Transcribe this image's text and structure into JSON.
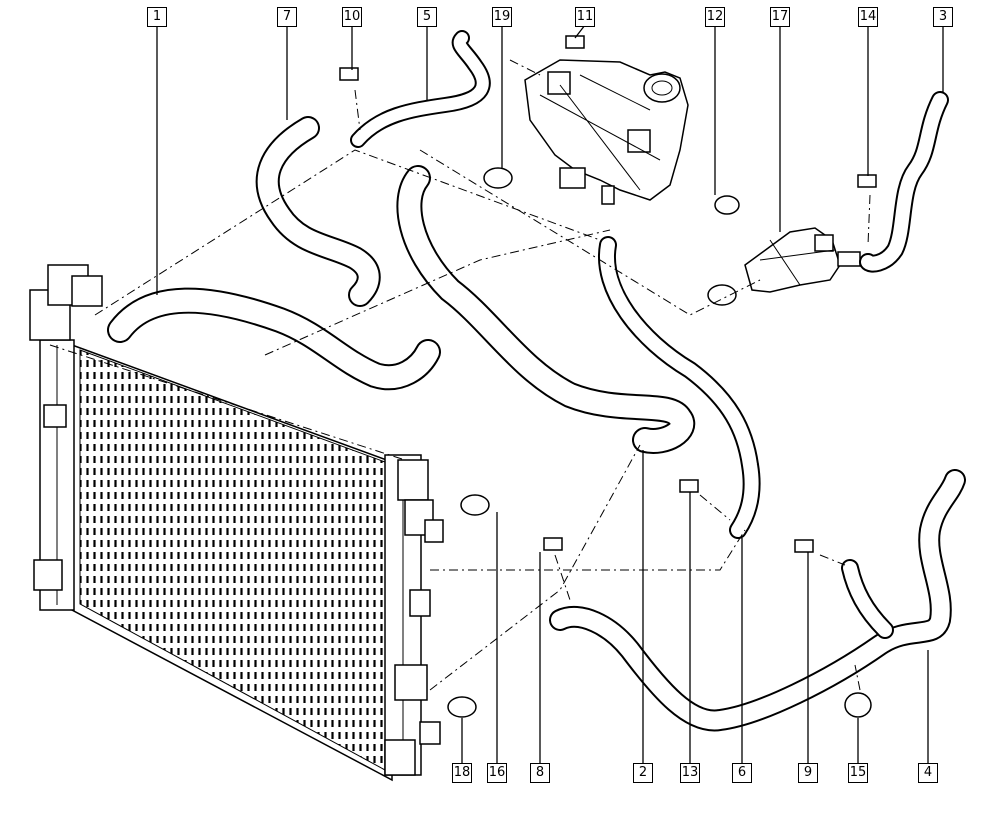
{
  "callouts": [
    {
      "id": "1",
      "label": "1"
    },
    {
      "id": "7",
      "label": "7"
    },
    {
      "id": "10",
      "label": "10"
    },
    {
      "id": "5",
      "label": "5"
    },
    {
      "id": "19",
      "label": "19"
    },
    {
      "id": "11",
      "label": "11"
    },
    {
      "id": "12",
      "label": "12"
    },
    {
      "id": "17",
      "label": "17"
    },
    {
      "id": "14",
      "label": "14"
    },
    {
      "id": "3",
      "label": "3"
    },
    {
      "id": "18",
      "label": "18"
    },
    {
      "id": "16",
      "label": "16"
    },
    {
      "id": "8",
      "label": "8"
    },
    {
      "id": "2",
      "label": "2"
    },
    {
      "id": "13",
      "label": "13"
    },
    {
      "id": "6",
      "label": "6"
    },
    {
      "id": "9",
      "label": "9"
    },
    {
      "id": "15",
      "label": "15"
    },
    {
      "id": "4",
      "label": "4"
    }
  ]
}
